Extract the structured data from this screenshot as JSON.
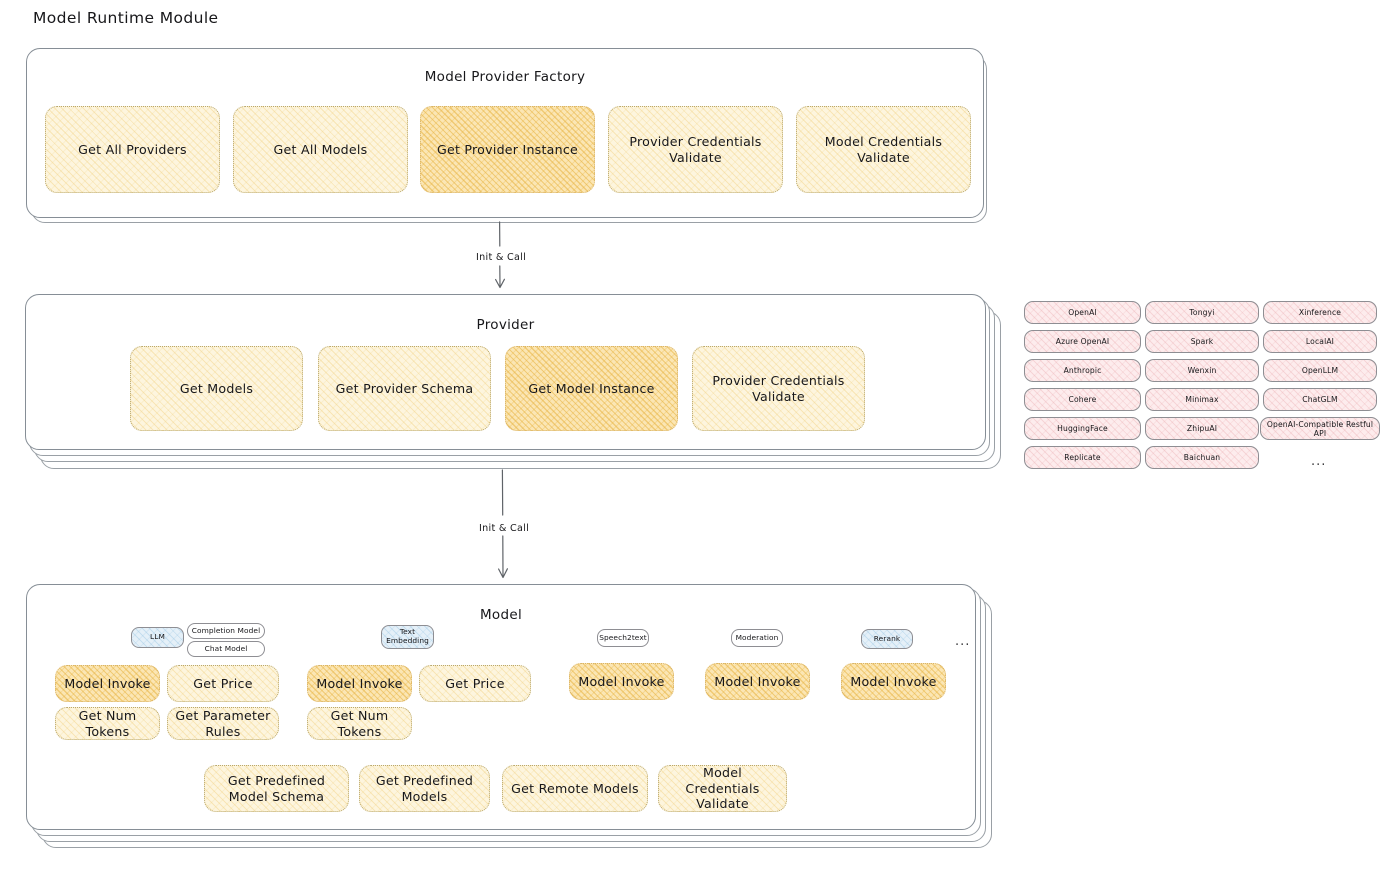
{
  "title": "Model Runtime Module",
  "factory": {
    "title": "Model Provider Factory",
    "nodes": [
      {
        "label": "Get All Providers",
        "highlight": false
      },
      {
        "label": "Get All Models",
        "highlight": false
      },
      {
        "label": "Get Provider Instance",
        "highlight": true
      },
      {
        "label": "Provider Credentials Validate",
        "highlight": false
      },
      {
        "label": "Model Credentials Validate",
        "highlight": false
      }
    ]
  },
  "arrows": [
    {
      "label": "Init & Call"
    },
    {
      "label": "Init & Call"
    }
  ],
  "provider": {
    "title": "Provider",
    "nodes": [
      {
        "label": "Get Models",
        "highlight": false
      },
      {
        "label": "Get Provider Schema",
        "highlight": false
      },
      {
        "label": "Get Model Instance",
        "highlight": true
      },
      {
        "label": "Provider Credentials Validate",
        "highlight": false
      }
    ]
  },
  "provider_list": {
    "columns": [
      {
        "items": [
          "OpenAI",
          "Azure OpenAI",
          "Anthropic",
          "Cohere",
          "HuggingFace",
          "Replicate"
        ]
      },
      {
        "items": [
          "Tongyi",
          "Spark",
          "Wenxin",
          "Minimax",
          "ZhipuAI",
          "Baichuan"
        ]
      },
      {
        "items": [
          "Xinference",
          "LocalAI",
          "OpenLLM",
          "ChatGLM",
          "OpenAI-Compatible Restful API"
        ]
      }
    ],
    "more": "..."
  },
  "model": {
    "title": "Model",
    "more": "...",
    "types": [
      {
        "badge": "LLM",
        "badge_style": "blue",
        "sub_badges": [
          "Completion Model",
          "Chat Model"
        ],
        "nodes": [
          {
            "label": "Model Invoke",
            "highlight": true
          },
          {
            "label": "Get Price",
            "highlight": false
          },
          {
            "label": "Get Num Tokens",
            "highlight": false
          },
          {
            "label": "Get Parameter Rules",
            "highlight": false
          }
        ]
      },
      {
        "badge": "Text Embedding",
        "badge_style": "blue",
        "sub_badges": [],
        "nodes": [
          {
            "label": "Model Invoke",
            "highlight": true
          },
          {
            "label": "Get Price",
            "highlight": false
          },
          {
            "label": "Get Num Tokens",
            "highlight": false
          }
        ]
      },
      {
        "badge": "Speech2text",
        "badge_style": "plain",
        "sub_badges": [],
        "nodes": [
          {
            "label": "Model Invoke",
            "highlight": true
          }
        ]
      },
      {
        "badge": "Moderation",
        "badge_style": "plain",
        "sub_badges": [],
        "nodes": [
          {
            "label": "Model Invoke",
            "highlight": true
          }
        ]
      },
      {
        "badge": "Rerank",
        "badge_style": "blue",
        "sub_badges": [],
        "nodes": [
          {
            "label": "Model Invoke",
            "highlight": true
          }
        ]
      }
    ],
    "common_nodes": [
      {
        "label": "Get Predefined Model Schema"
      },
      {
        "label": "Get Predefined Models"
      },
      {
        "label": "Get Remote Models"
      },
      {
        "label": "Model Credentials Validate"
      }
    ]
  },
  "colors": {
    "node_light": "#fdf5de",
    "node_strong": "#fbe6b4",
    "chip_pink": "#fdeced",
    "badge_blue": "#e5f0f8",
    "border_gray": "#868e96"
  }
}
